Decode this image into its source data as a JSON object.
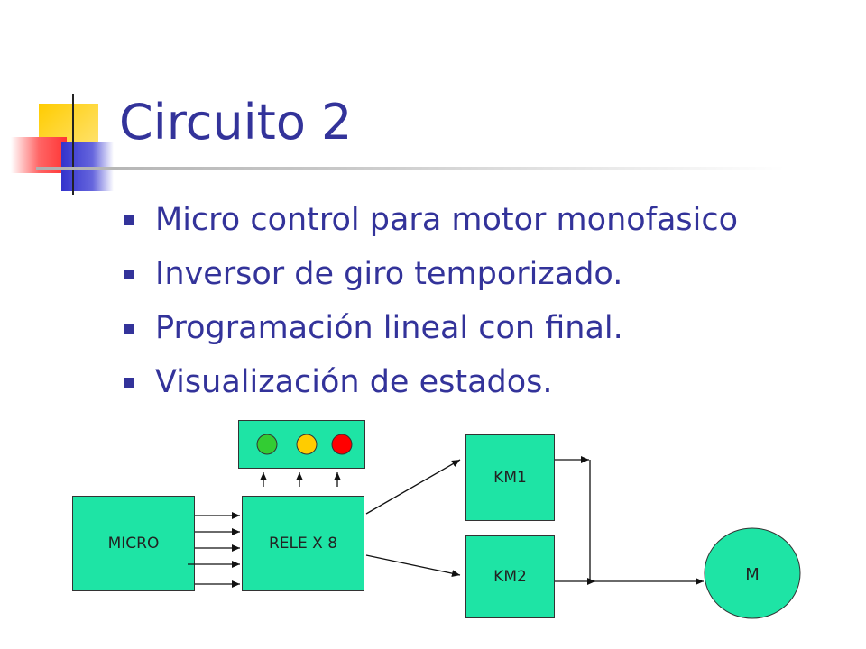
{
  "slide": {
    "title": "Circuito 2",
    "bullets": [
      "Micro control para motor monofasico",
      "Inversor de giro temporizado.",
      "Programación lineal con final.",
      "Visualización de estados."
    ]
  },
  "diagram": {
    "micro_label": "MICRO",
    "rele_label": "RELE X 8",
    "km1_label": "KM1",
    "km2_label": "KM2",
    "motor_label": "M",
    "indicator_colors": [
      "#33cc33",
      "#ffcc00",
      "#ff0000"
    ],
    "box_color": "#1ee4a5"
  },
  "colors": {
    "title": "#33339a",
    "deco_yellow": "#ffcc00",
    "deco_red": "#ff3333",
    "deco_blue": "#3333cc"
  }
}
